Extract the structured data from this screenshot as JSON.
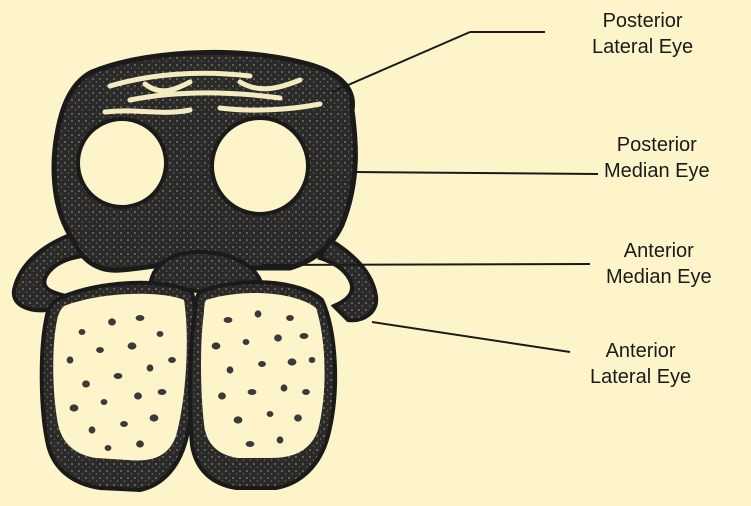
{
  "labels": {
    "posterior_lateral": {
      "line1": "Posterior",
      "line2": "Lateral Eye"
    },
    "posterior_median": {
      "line1": "Posterior",
      "line2": "Median Eye"
    },
    "anterior_median": {
      "line1": "Anterior",
      "line2": "Median Eye"
    },
    "anterior_lateral": {
      "line1": "Anterior",
      "line2": "Lateral Eye"
    }
  },
  "colors": {
    "background": "#fdf5c9",
    "ink": "#1a1a1a",
    "stipple": "#3a3a3a"
  }
}
